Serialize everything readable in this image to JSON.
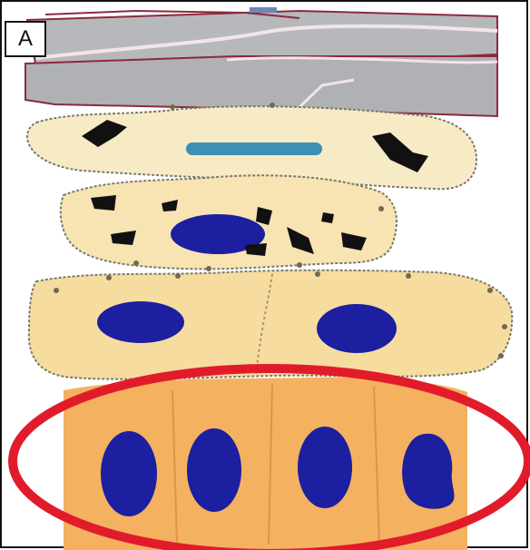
{
  "panel": {
    "label": "A"
  },
  "colors": {
    "page_background": "#ffffff",
    "frame": "#111111",
    "stratum_corneum": "#b7b8bc",
    "corneum_line": "#8c2a3c",
    "granular_cell": "#f7ebc6",
    "spinous_cell": "#f6dc9f",
    "basal_cell": "#f6c57b",
    "basal_fill": "#f4b15f",
    "nucleus": "#1b1fa0",
    "flattened_nucleus": "#3c8fb5",
    "keratohyalin_granule": "#111111",
    "desmosome": "#8c7a4a",
    "highlight_ring": "#e21b2b"
  },
  "layers": [
    {
      "id": "stratum-corneum",
      "nuclei": 0
    },
    {
      "id": "stratum-granulosum",
      "nuclei": 1,
      "nucleus_shape": "flattened"
    },
    {
      "id": "upper-spinosum",
      "nuclei": 1
    },
    {
      "id": "lower-spinosum",
      "nuclei": 2
    },
    {
      "id": "stratum-basale",
      "nuclei": 4,
      "highlighted": true
    }
  ],
  "icons": {
    "highlight": "red-ellipse-outline",
    "granules": "black-irregular-granule"
  }
}
